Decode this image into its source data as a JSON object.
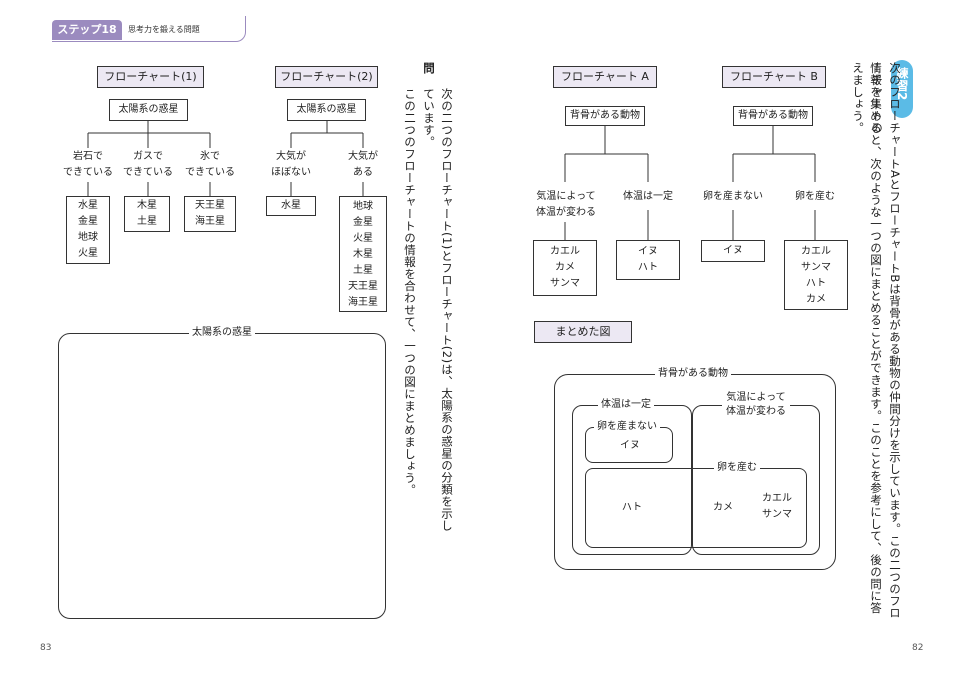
{
  "step": {
    "label": "ステップ18",
    "subtitle": "思考力を鍛える問題"
  },
  "left": {
    "fc1": {
      "title": "フローチャート(1)",
      "root": "太陽系の惑星",
      "branches": [
        "岩石で\nできている",
        "ガスで\nできている",
        "氷で\nできている"
      ],
      "leaves": [
        "水星\n金星\n地球\n火星",
        "木星\n土星",
        "天王星\n海王星"
      ]
    },
    "fc2": {
      "title": "フローチャート(2)",
      "root": "太陽系の惑星",
      "branches": [
        "大気が\nほぼない",
        "大気が\nある"
      ],
      "leaves": [
        "水星",
        "地球\n金星\n火星\n木星\n土星\n天王星\n海王星"
      ]
    },
    "answer_box_title": "太陽系の惑星",
    "question_label": "問",
    "question_lines": [
      "次の二つのフローチャート(1)とフローチャート(2)は、太陽系の惑星の分類を示しています。",
      "この二つのフローチャートの情報を合わせて、一つの図にまとめましょう。"
    ],
    "page_number": "83"
  },
  "right": {
    "exercise_badge": "練習2",
    "intro_lines": [
      "次のフローチャートAとフローチャートBは背骨がある動物の仲間分けを示しています。この二つのフローチャートの",
      "情報を集めると、次のような一つの図にまとめることができます。このことを参考にして、後の問に答えましょう。"
    ],
    "fcA": {
      "title": "フローチャート A",
      "root": "背骨がある動物",
      "branches": [
        "気温によって\n体温が変わる",
        "体温は一定"
      ],
      "leaves": [
        "カエル\nカメ\nサンマ",
        "イヌ\nハト"
      ]
    },
    "fcB": {
      "title": "フローチャート B",
      "root": "背骨がある動物",
      "branches": [
        "卵を産まない",
        "卵を産む"
      ],
      "leaves": [
        "イヌ",
        "カエル\nサンマ\nハト\nカメ"
      ]
    },
    "summary": {
      "title": "まとめた図",
      "outer": "背骨がある動物",
      "warm": "体温は一定",
      "cold": "気温によって\n体温が変わる",
      "noegg": "卵を産まない",
      "noegg_member": "イヌ",
      "egg": "卵を産む",
      "egg_warm_member": "ハト",
      "egg_cold_members": [
        "カメ",
        "カエル\nサンマ"
      ]
    },
    "page_number": "82"
  },
  "colors": {
    "tab": "#9b8bbf",
    "header_fill": "#ece8f3",
    "badge": "#5bbbe6"
  }
}
